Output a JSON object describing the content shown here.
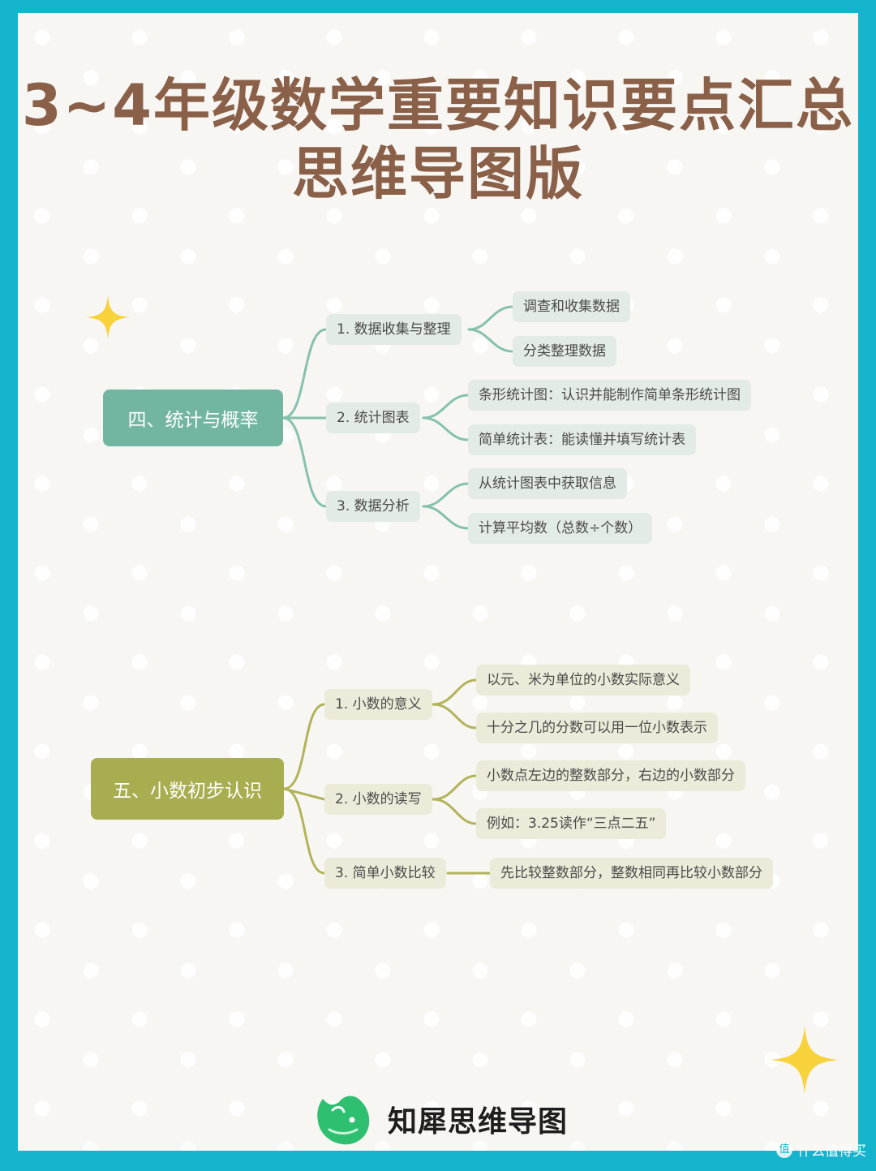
{
  "title": {
    "line1": "3~4年级数学重要知识要点汇总",
    "line2": "思维导图版"
  },
  "sections": [
    {
      "root": "四、统计与概率",
      "color": "#72b6a1",
      "branches": [
        {
          "label": "1. 数据收集与整理",
          "leaves": [
            "调查和收集数据",
            "分类整理数据"
          ]
        },
        {
          "label": "2. 统计图表",
          "leaves": [
            "条形统计图：认识并能制作简单条形统计图",
            "简单统计表：能读懂并填写统计表"
          ]
        },
        {
          "label": "3. 数据分析",
          "leaves": [
            "从统计图表中获取信息",
            "计算平均数（总数÷个数）"
          ]
        }
      ]
    },
    {
      "root": "五、小数初步认识",
      "color": "#a8ad4f",
      "branches": [
        {
          "label": "1. 小数的意义",
          "leaves": [
            "以元、米为单位的小数实际意义",
            "十分之几的分数可以用一位小数表示"
          ]
        },
        {
          "label": "2. 小数的读写",
          "leaves": [
            "小数点左边的整数部分，右边的小数部分",
            "例如：3.25读作“三点二五”"
          ]
        },
        {
          "label": "3. 简单小数比较",
          "leaves": [
            "先比较整数部分，整数相同再比较小数部分"
          ]
        }
      ]
    }
  ],
  "brand": {
    "name": "知犀思维导图",
    "color": "#2fbf71"
  },
  "watermark": {
    "text": "什么值得买",
    "icon": "值"
  },
  "colors": {
    "background": "#15b3cc",
    "title": "#8a6049",
    "sparkle": "#f7d23b"
  }
}
